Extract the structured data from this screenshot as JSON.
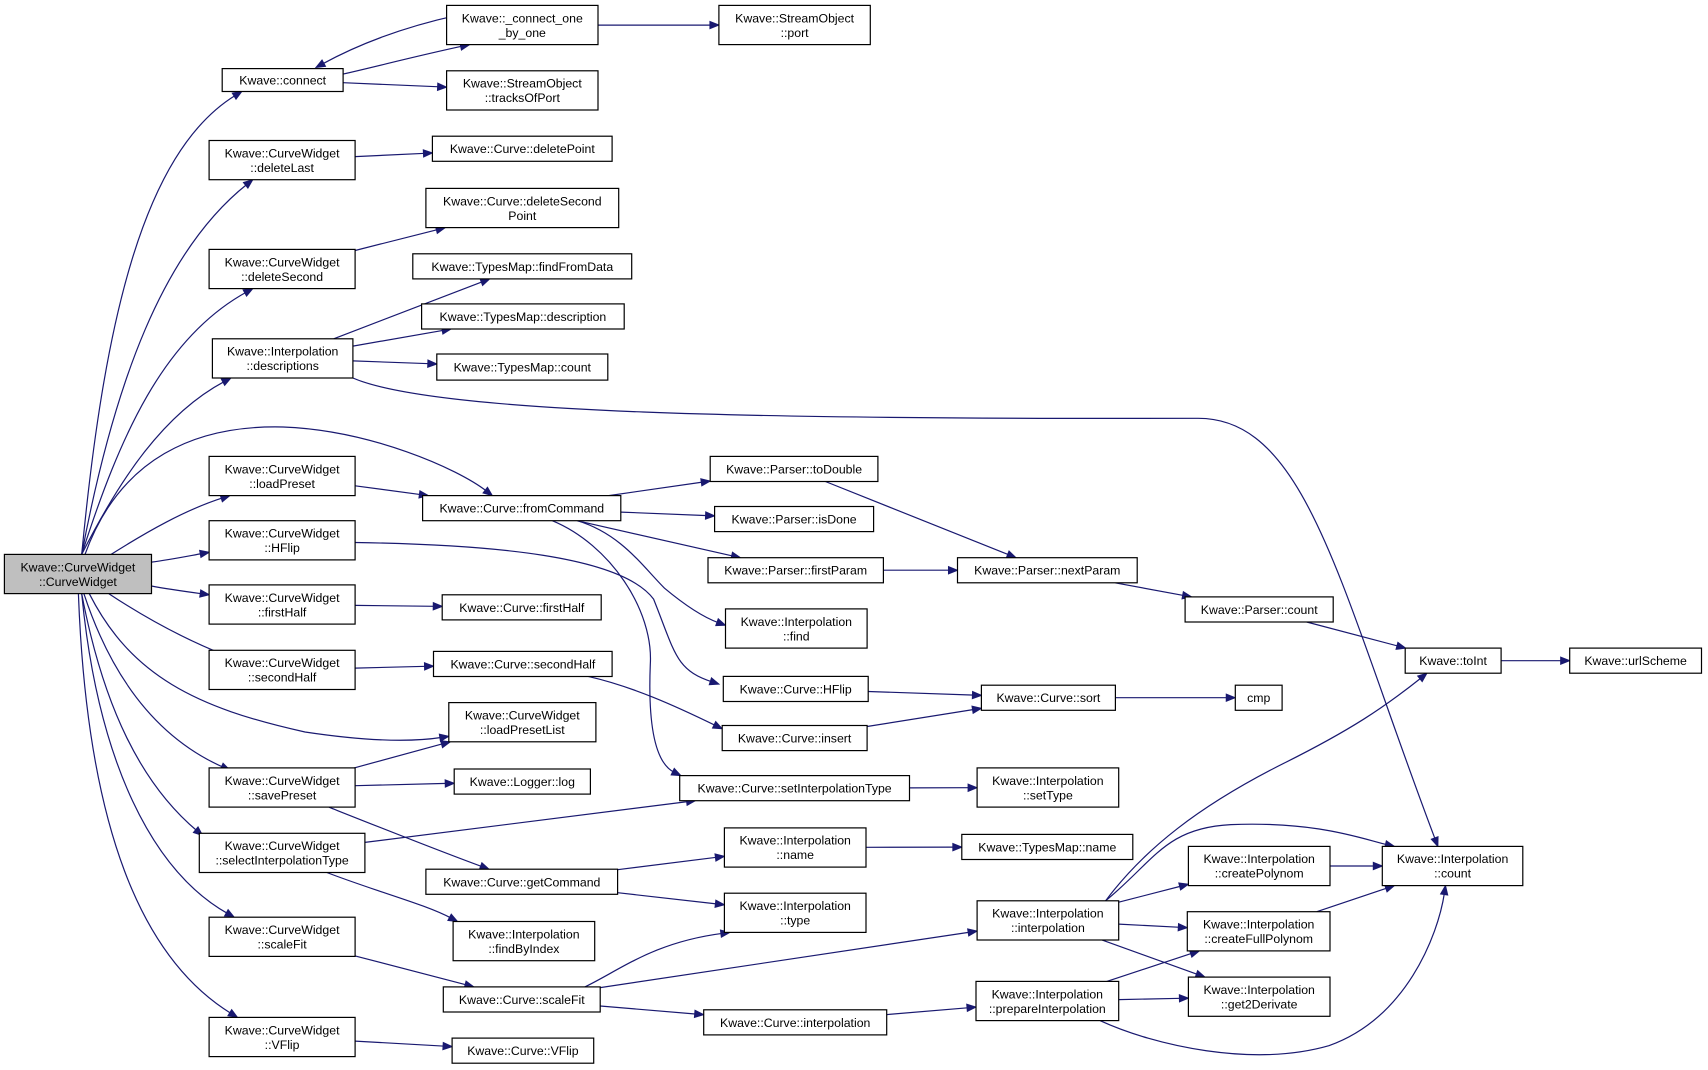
{
  "graph": {
    "nodes": [
      {
        "id": "root",
        "lines": [
          "Kwave::CurveWidget",
          "::CurveWidget"
        ],
        "root": true
      },
      {
        "id": "connect",
        "lines": [
          "Kwave::connect"
        ]
      },
      {
        "id": "connect_one",
        "lines": [
          "Kwave::_connect_one",
          "_by_one"
        ]
      },
      {
        "id": "so_port",
        "lines": [
          "Kwave::StreamObject",
          "::port"
        ]
      },
      {
        "id": "so_tracks",
        "lines": [
          "Kwave::StreamObject",
          "::tracksOfPort"
        ]
      },
      {
        "id": "cw_deleteLast",
        "lines": [
          "Kwave::CurveWidget",
          "::deleteLast"
        ]
      },
      {
        "id": "c_deletePoint",
        "lines": [
          "Kwave::Curve::deletePoint"
        ]
      },
      {
        "id": "c_deleteSecondPoint",
        "lines": [
          "Kwave::Curve::deleteSecond",
          "Point"
        ]
      },
      {
        "id": "cw_deleteSecond",
        "lines": [
          "Kwave::CurveWidget",
          "::deleteSecond"
        ]
      },
      {
        "id": "tm_findFromData",
        "lines": [
          "Kwave::TypesMap::findFromData"
        ]
      },
      {
        "id": "tm_description",
        "lines": [
          "Kwave::TypesMap::description"
        ]
      },
      {
        "id": "i_descriptions",
        "lines": [
          "Kwave::Interpolation",
          "::descriptions"
        ]
      },
      {
        "id": "tm_count",
        "lines": [
          "Kwave::TypesMap::count"
        ]
      },
      {
        "id": "cw_loadPreset",
        "lines": [
          "Kwave::CurveWidget",
          "::loadPreset"
        ]
      },
      {
        "id": "c_fromCommand",
        "lines": [
          "Kwave::Curve::fromCommand"
        ]
      },
      {
        "id": "p_toDouble",
        "lines": [
          "Kwave::Parser::toDouble"
        ]
      },
      {
        "id": "p_isDone",
        "lines": [
          "Kwave::Parser::isDone"
        ]
      },
      {
        "id": "cw_hflip",
        "lines": [
          "Kwave::CurveWidget",
          "::HFlip"
        ]
      },
      {
        "id": "p_firstParam",
        "lines": [
          "Kwave::Parser::firstParam"
        ]
      },
      {
        "id": "p_nextParam",
        "lines": [
          "Kwave::Parser::nextParam"
        ]
      },
      {
        "id": "p_count",
        "lines": [
          "Kwave::Parser::count"
        ]
      },
      {
        "id": "i_find",
        "lines": [
          "Kwave::Interpolation",
          "::find"
        ]
      },
      {
        "id": "cw_firstHalf",
        "lines": [
          "Kwave::CurveWidget",
          "::firstHalf"
        ]
      },
      {
        "id": "c_firstHalf",
        "lines": [
          "Kwave::Curve::firstHalf"
        ]
      },
      {
        "id": "toInt",
        "lines": [
          "Kwave::toInt"
        ]
      },
      {
        "id": "urlScheme",
        "lines": [
          "Kwave::urlScheme"
        ]
      },
      {
        "id": "cw_secondHalf",
        "lines": [
          "Kwave::CurveWidget",
          "::secondHalf"
        ]
      },
      {
        "id": "c_secondHalf",
        "lines": [
          "Kwave::Curve::secondHalf"
        ]
      },
      {
        "id": "c_hflip",
        "lines": [
          "Kwave::Curve::HFlip"
        ]
      },
      {
        "id": "c_sort",
        "lines": [
          "Kwave::Curve::sort"
        ]
      },
      {
        "id": "cmp",
        "lines": [
          "cmp"
        ]
      },
      {
        "id": "cw_loadPresetList",
        "lines": [
          "Kwave::CurveWidget",
          "::loadPresetList"
        ]
      },
      {
        "id": "c_insert",
        "lines": [
          "Kwave::Curve::insert"
        ]
      },
      {
        "id": "cw_savePreset",
        "lines": [
          "Kwave::CurveWidget",
          "::savePreset"
        ]
      },
      {
        "id": "logger_log",
        "lines": [
          "Kwave::Logger::log"
        ]
      },
      {
        "id": "c_setInterpolationType",
        "lines": [
          "Kwave::Curve::setInterpolationType"
        ]
      },
      {
        "id": "i_setType",
        "lines": [
          "Kwave::Interpolation",
          "::setType"
        ]
      },
      {
        "id": "cw_selectInterpolationType",
        "lines": [
          "Kwave::CurveWidget",
          "::selectInterpolationType"
        ]
      },
      {
        "id": "i_name",
        "lines": [
          "Kwave::Interpolation",
          "::name"
        ]
      },
      {
        "id": "tm_name",
        "lines": [
          "Kwave::TypesMap::name"
        ]
      },
      {
        "id": "c_getCommand",
        "lines": [
          "Kwave::Curve::getCommand"
        ]
      },
      {
        "id": "i_createPolynom",
        "lines": [
          "Kwave::Interpolation",
          "::createPolynom"
        ]
      },
      {
        "id": "i_count",
        "lines": [
          "Kwave::Interpolation",
          "::count"
        ]
      },
      {
        "id": "i_type",
        "lines": [
          "Kwave::Interpolation",
          "::type"
        ]
      },
      {
        "id": "i_interpolation",
        "lines": [
          "Kwave::Interpolation",
          "::interpolation"
        ]
      },
      {
        "id": "i_createFullPolynom",
        "lines": [
          "Kwave::Interpolation",
          "::createFullPolynom"
        ]
      },
      {
        "id": "cw_scaleFit",
        "lines": [
          "Kwave::CurveWidget",
          "::scaleFit"
        ]
      },
      {
        "id": "i_findByIndex",
        "lines": [
          "Kwave::Interpolation",
          "::findByIndex"
        ]
      },
      {
        "id": "c_scaleFit",
        "lines": [
          "Kwave::Curve::scaleFit"
        ]
      },
      {
        "id": "i_prepareInterpolation",
        "lines": [
          "Kwave::Interpolation",
          "::prepareInterpolation"
        ]
      },
      {
        "id": "i_get2Derivate",
        "lines": [
          "Kwave::Interpolation",
          "::get2Derivate"
        ]
      },
      {
        "id": "c_interpolation",
        "lines": [
          "Kwave::Curve::interpolation"
        ]
      },
      {
        "id": "cw_vflip",
        "lines": [
          "Kwave::CurveWidget",
          "::VFlip"
        ]
      },
      {
        "id": "c_vflip",
        "lines": [
          "Kwave::Curve::VFlip"
        ]
      }
    ],
    "edges": [
      [
        "root",
        "connect"
      ],
      [
        "root",
        "cw_deleteLast"
      ],
      [
        "root",
        "cw_deleteSecond"
      ],
      [
        "root",
        "i_descriptions"
      ],
      [
        "root",
        "cw_loadPreset"
      ],
      [
        "root",
        "c_fromCommand"
      ],
      [
        "root",
        "cw_hflip"
      ],
      [
        "root",
        "cw_firstHalf"
      ],
      [
        "root",
        "cw_secondHalf"
      ],
      [
        "root",
        "cw_loadPresetList"
      ],
      [
        "root",
        "cw_savePreset"
      ],
      [
        "root",
        "cw_selectInterpolationType"
      ],
      [
        "root",
        "cw_scaleFit"
      ],
      [
        "root",
        "cw_vflip"
      ],
      [
        "connect",
        "connect_one"
      ],
      [
        "connect_one",
        "connect"
      ],
      [
        "connect",
        "so_tracks"
      ],
      [
        "connect_one",
        "so_port"
      ],
      [
        "cw_deleteLast",
        "c_deletePoint"
      ],
      [
        "cw_deleteSecond",
        "c_deleteSecondPoint"
      ],
      [
        "i_descriptions",
        "tm_findFromData"
      ],
      [
        "i_descriptions",
        "tm_description"
      ],
      [
        "i_descriptions",
        "tm_count"
      ],
      [
        "i_descriptions",
        "i_count"
      ],
      [
        "cw_loadPreset",
        "c_fromCommand"
      ],
      [
        "c_fromCommand",
        "p_toDouble"
      ],
      [
        "c_fromCommand",
        "p_isDone"
      ],
      [
        "c_fromCommand",
        "p_firstParam"
      ],
      [
        "c_fromCommand",
        "i_find"
      ],
      [
        "c_fromCommand",
        "c_setInterpolationType"
      ],
      [
        "p_toDouble",
        "p_nextParam"
      ],
      [
        "p_firstParam",
        "p_nextParam"
      ],
      [
        "p_nextParam",
        "p_count"
      ],
      [
        "p_count",
        "toInt"
      ],
      [
        "toInt",
        "urlScheme"
      ],
      [
        "cw_hflip",
        "c_hflip"
      ],
      [
        "c_hflip",
        "c_sort"
      ],
      [
        "c_sort",
        "cmp"
      ],
      [
        "cw_firstHalf",
        "c_firstHalf"
      ],
      [
        "cw_secondHalf",
        "c_secondHalf"
      ],
      [
        "c_secondHalf",
        "c_insert"
      ],
      [
        "c_insert",
        "c_sort"
      ],
      [
        "cw_savePreset",
        "cw_loadPresetList"
      ],
      [
        "cw_savePreset",
        "logger_log"
      ],
      [
        "cw_savePreset",
        "c_getCommand"
      ],
      [
        "cw_selectInterpolationType",
        "c_setInterpolationType"
      ],
      [
        "cw_selectInterpolationType",
        "i_findByIndex"
      ],
      [
        "c_setInterpolationType",
        "i_setType"
      ],
      [
        "c_getCommand",
        "i_name"
      ],
      [
        "c_getCommand",
        "i_type"
      ],
      [
        "i_name",
        "tm_name"
      ],
      [
        "cw_scaleFit",
        "c_scaleFit"
      ],
      [
        "c_scaleFit",
        "i_type"
      ],
      [
        "c_scaleFit",
        "i_interpolation"
      ],
      [
        "c_scaleFit",
        "c_interpolation"
      ],
      [
        "c_interpolation",
        "i_prepareInterpolation"
      ],
      [
        "i_interpolation",
        "toInt"
      ],
      [
        "i_interpolation",
        "i_count"
      ],
      [
        "i_interpolation",
        "i_createPolynom"
      ],
      [
        "i_interpolation",
        "i_createFullPolynom"
      ],
      [
        "i_interpolation",
        "i_get2Derivate"
      ],
      [
        "i_createPolynom",
        "i_count"
      ],
      [
        "i_createFullPolynom",
        "i_count"
      ],
      [
        "i_prepareInterpolation",
        "i_createFullPolynom"
      ],
      [
        "i_prepareInterpolation",
        "i_get2Derivate"
      ],
      [
        "i_prepareInterpolation",
        "i_count"
      ],
      [
        "cw_vflip",
        "c_vflip"
      ]
    ]
  }
}
